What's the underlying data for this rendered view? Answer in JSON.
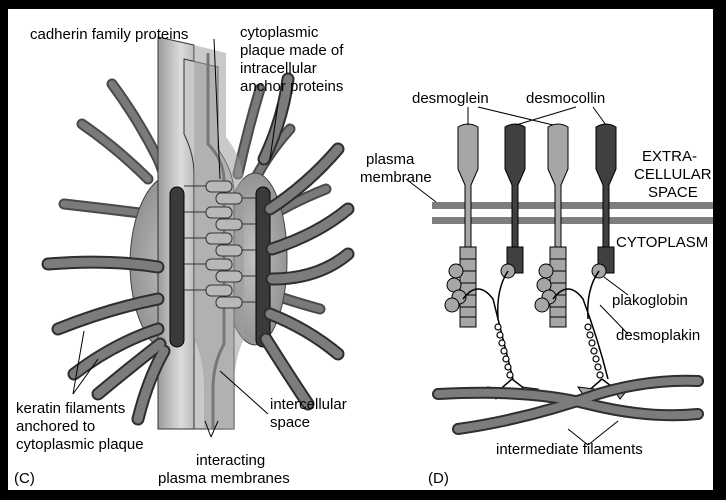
{
  "panel_c": {
    "label": "(C)",
    "cadherin": "cadherin family proteins",
    "plaque": [
      "cytoplasmic",
      "plaque made of",
      "intracellular",
      "anchor proteins"
    ],
    "keratin": [
      "keratin filaments",
      "anchored to",
      "cytoplasmic plaque"
    ],
    "intercellular": [
      "intercellular",
      "space"
    ],
    "membranes": [
      "interacting",
      "plasma membranes"
    ]
  },
  "panel_d": {
    "label": "(D)",
    "desmoglein": "desmoglein",
    "desmocollin": "desmocollin",
    "plasma_membrane": [
      "plasma",
      "membrane"
    ],
    "extracellular": [
      "EXTRA-",
      "CELLULAR",
      "SPACE"
    ],
    "cytoplasm": "CYTOPLASM",
    "plakoglobin": "plakoglobin",
    "desmoplakin": "desmoplakin",
    "intermediate": "intermediate filaments"
  },
  "colors": {
    "filament": "#6e6e6e",
    "plate": "#d8d8d8",
    "dark": "#3a3a3a",
    "light": "#a8a8a8"
  }
}
